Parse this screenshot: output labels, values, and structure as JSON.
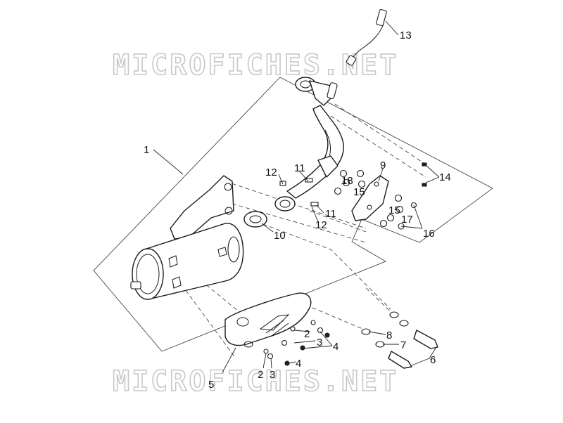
{
  "watermark": {
    "top": "MICROFICHES.NET",
    "bottom": "MICROFICHES.NET"
  },
  "callouts": [
    {
      "id": "13",
      "label": "13"
    },
    {
      "id": "1",
      "label": "1"
    },
    {
      "id": "9",
      "label": "9"
    },
    {
      "id": "14",
      "label": "14"
    },
    {
      "id": "12a",
      "label": "12"
    },
    {
      "id": "11a",
      "label": "11"
    },
    {
      "id": "18",
      "label": "18"
    },
    {
      "id": "15a",
      "label": "15"
    },
    {
      "id": "15b",
      "label": "15"
    },
    {
      "id": "17",
      "label": "17"
    },
    {
      "id": "16",
      "label": "16"
    },
    {
      "id": "11b",
      "label": "11"
    },
    {
      "id": "12b",
      "label": "12"
    },
    {
      "id": "10",
      "label": "10"
    },
    {
      "id": "2a",
      "label": "2"
    },
    {
      "id": "3a",
      "label": "3"
    },
    {
      "id": "4a",
      "label": "4"
    },
    {
      "id": "8",
      "label": "8"
    },
    {
      "id": "7",
      "label": "7"
    },
    {
      "id": "6",
      "label": "6"
    },
    {
      "id": "4b",
      "label": "4"
    },
    {
      "id": "5",
      "label": "5"
    },
    {
      "id": "2b",
      "label": "2"
    },
    {
      "id": "3b",
      "label": "3"
    }
  ]
}
